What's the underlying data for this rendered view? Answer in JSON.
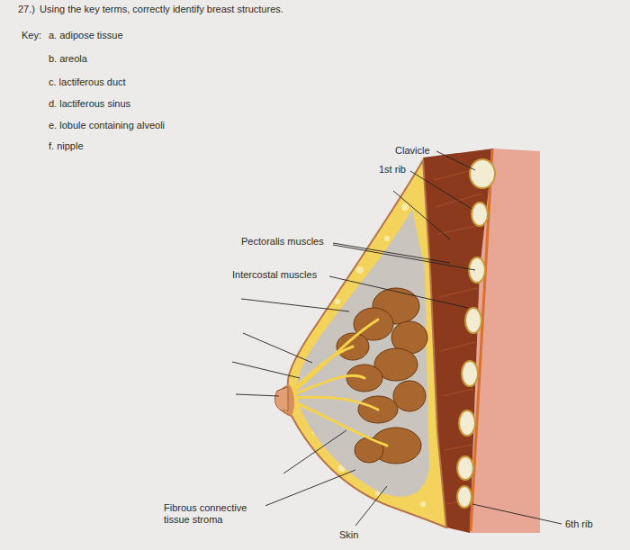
{
  "diagram": {
    "title": "Using the key terms, correctly identify breast structures.",
    "labels": [
      "27.)",
      "Key:",
      "a. adipose tissue",
      "b. areola",
      "c. lactiferous duct",
      "d. lactiferous sinus",
      "e. lobule containing alveoli",
      "f. nipple",
      "Clavicle",
      "1st rib",
      "Pectoralis muscles",
      "Intercostal muscles",
      "Fibrous connective tissue stroma",
      "Skin",
      "6th rib"
    ]
  }
}
